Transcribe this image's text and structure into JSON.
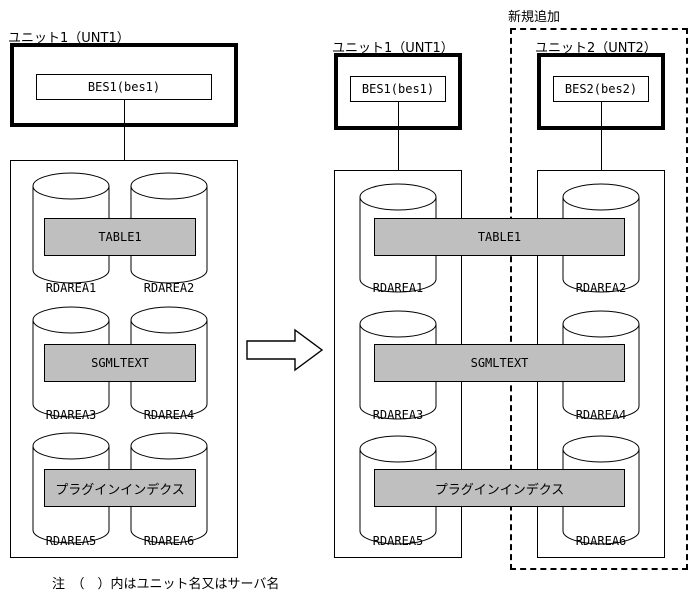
{
  "diagram": {
    "note": "注　（　）内はユニット名又はサーバ名",
    "new_addition_label": "新規追加",
    "colors": {
      "object_band": "#bfbfbf",
      "line": "#000000",
      "background": "#ffffff"
    }
  },
  "before": {
    "unit": {
      "label": "ユニット1（UNT1）",
      "server": "BES1(bes1)"
    },
    "rows": [
      {
        "object": "TABLE1",
        "rdareas": [
          "RDAREA1",
          "RDAREA2"
        ]
      },
      {
        "object": "SGMLTEXT",
        "rdareas": [
          "RDAREA3",
          "RDAREA4"
        ]
      },
      {
        "object": "プラグインインデクス",
        "rdareas": [
          "RDAREA5",
          "RDAREA6"
        ]
      }
    ]
  },
  "after": {
    "units": [
      {
        "label": "ユニット1（UNT1）",
        "server": "BES1(bes1)",
        "is_new": false
      },
      {
        "label": "ユニット2（UNT2）",
        "server": "BES2(bes2)",
        "is_new": true
      }
    ],
    "rows": [
      {
        "object": "TABLE1",
        "rdareas": [
          "RDAREA1",
          "RDAREA2"
        ]
      },
      {
        "object": "SGMLTEXT",
        "rdareas": [
          "RDAREA3",
          "RDAREA4"
        ]
      },
      {
        "object": "プラグインインデクス",
        "rdareas": [
          "RDAREA5",
          "RDAREA6"
        ]
      }
    ]
  }
}
